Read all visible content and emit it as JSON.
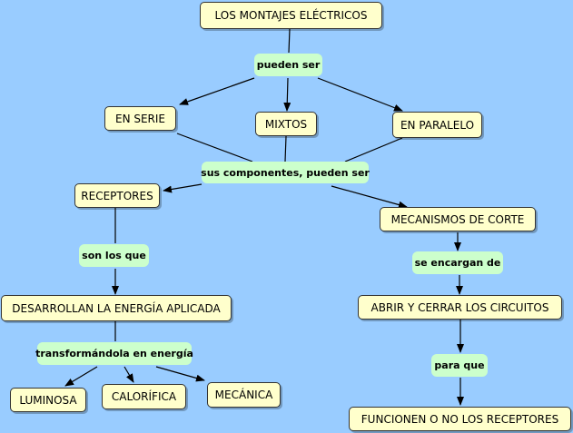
{
  "colors": {
    "background": "#99ccff",
    "concept_fill": "#ffffcc",
    "phrase_fill": "#ccffcc",
    "line": "#000000"
  },
  "concepts": {
    "montajes": "LOS MONTAJES ELÉCTRICOS",
    "serie": "EN SERIE",
    "mixtos": "MIXTOS",
    "paralelo": "EN PARALELO",
    "receptores": "RECEPTORES",
    "mecanismos": "MECANISMOS DE CORTE",
    "desarrollan": "DESARROLLAN LA ENERGÍA APLICADA",
    "abrir": "ABRIR Y CERRAR LOS CIRCUITOS",
    "luminosa": "LUMINOSA",
    "calorifica": "CALORÍFICA",
    "mecanica": "MECÁNICA",
    "funcionen": "FUNCIONEN O NO LOS RECEPTORES"
  },
  "phrases": {
    "pueden_ser": "pueden ser",
    "componentes": "sus componentes, pueden ser",
    "son_los_que": "son los que",
    "se_encargan": "se encargan de",
    "transformandola": "transformándola en energía",
    "para_que": "para que"
  }
}
